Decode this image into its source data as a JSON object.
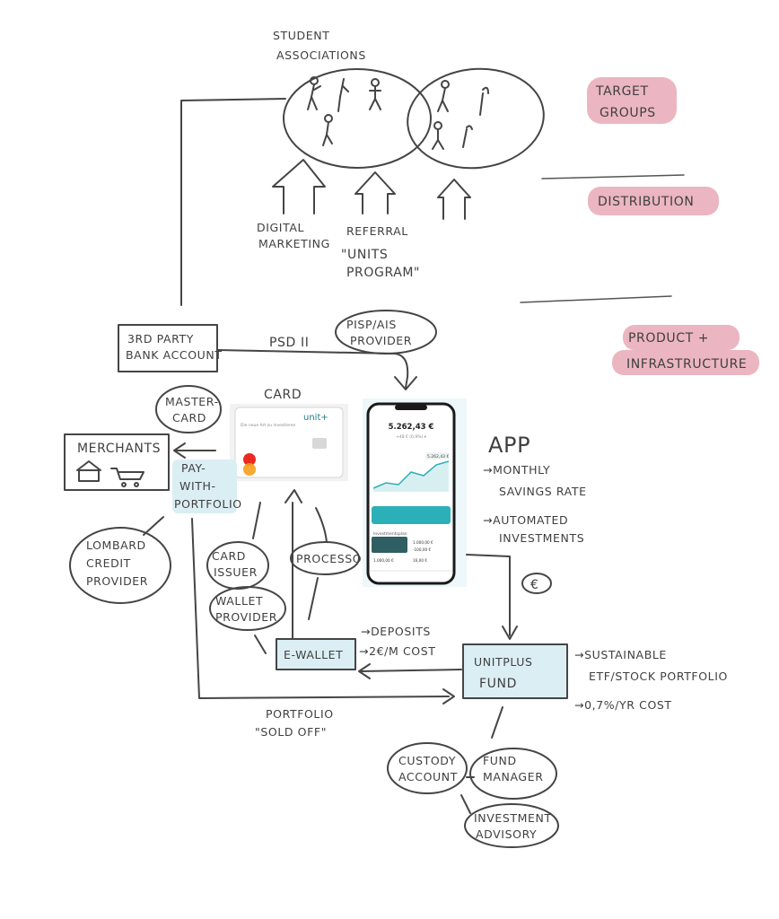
{
  "sections": {
    "target_groups": "TARGET GROUPS",
    "distribution": "DISTRIBUTION",
    "product_line1": "PRODUCT +",
    "product_line2": "INFRASTRUCTURE"
  },
  "target": {
    "label_line1": "STUDENT",
    "label_line2": "ASSOCIATIONS"
  },
  "channels": {
    "digital_line1": "DIGITAL",
    "digital_line2": "MARKETING",
    "referral_line1": "REFERRAL",
    "referral_line2": "\"UNITS",
    "referral_line3": "PROGRAM\""
  },
  "nodes": {
    "bank_line1": "3RD PARTY",
    "bank_line2": "BANK ACCOUNT",
    "psd": "PSD II",
    "pisp_line1": "PISP/AIS",
    "pisp_line2": "PROVIDER",
    "mastercard_line1": "MASTER-",
    "mastercard_line2": "CARD",
    "card_title": "CARD",
    "merchants": "MERCHANTS",
    "pay_line1": "PAY-",
    "pay_line2": "WITH-",
    "pay_line3": "PORTFOLIO",
    "lombard_line1": "LOMBARD",
    "lombard_line2": "CREDIT",
    "lombard_line3": "PROVIDER",
    "card_issuer_line1": "CARD",
    "card_issuer_line2": "ISSUER",
    "wallet_provider_line1": "WALLET",
    "wallet_provider_line2": "PROVIDER",
    "processor": "PROCESSOR",
    "ewallet": "E-WALLET",
    "deposits": "→DEPOSITS",
    "ewallet_cost": "→2€/M COST",
    "fund_line1": "UNITPLUS",
    "fund_line2": "FUND",
    "fund_note1": "→SUSTAINABLE",
    "fund_note2": "ETF/STOCK PORTFOLIO",
    "fund_note3": "→0,7%/YR COST",
    "sold_line1": "PORTFOLIO",
    "sold_line2": "\"SOLD OFF\"",
    "euro": "€",
    "custody_line1": "CUSTODY",
    "custody_line2": "ACCOUNT",
    "manager_line1": "FUND",
    "manager_line2": "MANAGER",
    "advisory_line1": "INVESTMENT",
    "advisory_line2": "ADVISORY"
  },
  "app": {
    "title": "APP",
    "note1": "→MONTHLY",
    "note2": "SAVINGS RATE",
    "note3": "→AUTOMATED",
    "note4": "INVESTMENTS",
    "balance": "5.262,43 €",
    "sub_balance": "+48 € (0,9%) ▾",
    "chip_value": "5.262,43 €",
    "row1_value": "1.000,00 €",
    "row2_value": "-100,00 €",
    "row3_value": "1.000,00 €",
    "row4_value": "16,00 €",
    "tile_label": "Investmentsplan"
  },
  "card_visual": {
    "brand": "unit+",
    "tagline": "Die neue Art zu investieren"
  },
  "colors": {
    "ink": "#3f3f3f",
    "highlight_pink": "#e8a9b6",
    "highlight_blue": "#dbeef4",
    "app_accent": "#2bb0b8"
  }
}
